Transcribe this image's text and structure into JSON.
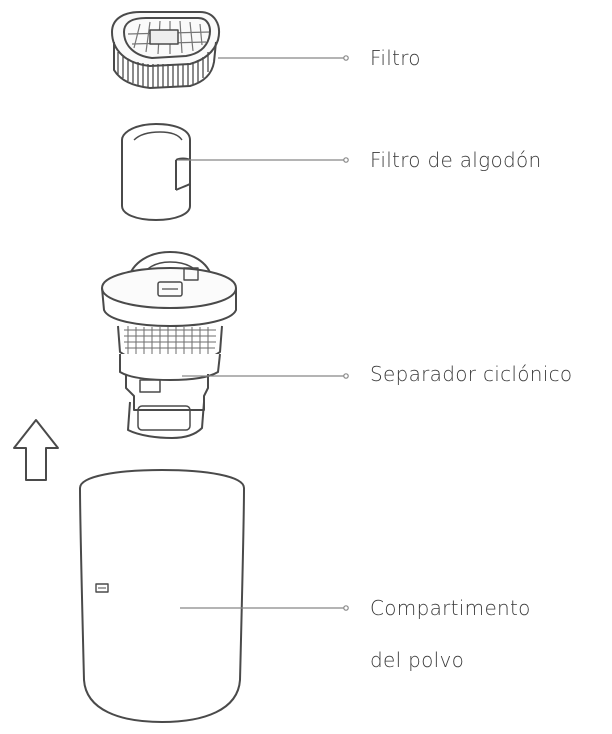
{
  "labels": {
    "filtro": "Filtro",
    "filtro_algodon": "Filtro de algodón",
    "separador": "Separador ciclónico",
    "compartimento_line1": "Compartimento",
    "compartimento_line2": "del polvo"
  },
  "colors": {
    "line": "#4a4a4a",
    "leader": "#888888",
    "text": "#3a3a3a",
    "background": "#ffffff"
  },
  "icons": {
    "direction": "arrow-up-outline-icon"
  }
}
